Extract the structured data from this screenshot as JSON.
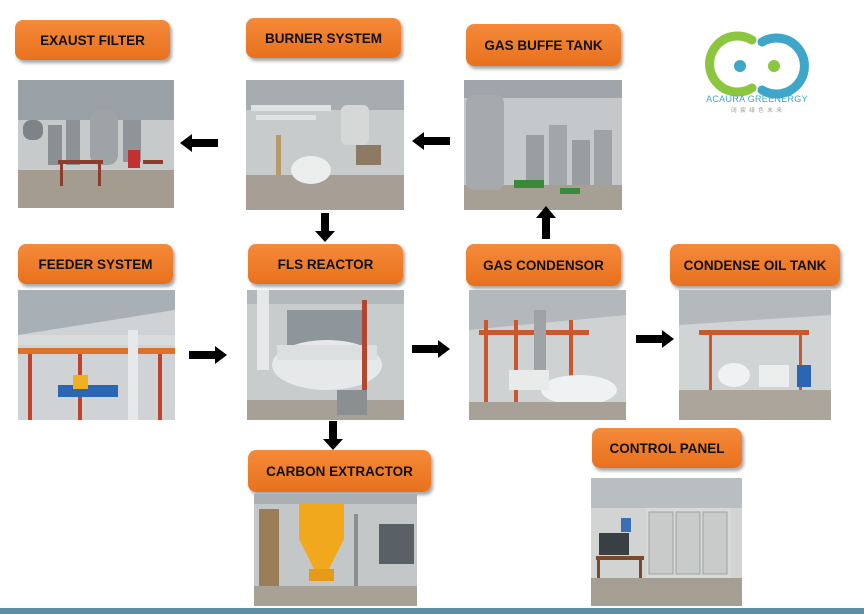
{
  "logo": {
    "name": "ACAURA GREENERGY",
    "subtitle": "阔 宸 绿 色 未 来",
    "colors": {
      "green": "#8cc63f",
      "blue": "#3ea6c9"
    }
  },
  "stages": {
    "exhaust_filter": {
      "label": "EXAUST FILTER"
    },
    "burner_system": {
      "label": "BURNER SYSTEM"
    },
    "gas_buffer_tank": {
      "label": "GAS BUFFE TANK"
    },
    "feeder_system": {
      "label": "FEEDER SYSTEM"
    },
    "fls_reactor": {
      "label": "FLS REACTOR"
    },
    "gas_condensor": {
      "label": "GAS CONDENSOR"
    },
    "condense_oil_tank": {
      "label": "CONDENSE OIL TANK"
    },
    "carbon_extractor": {
      "label": "CARBON EXTRACTOR"
    },
    "control_panel": {
      "label": "CONTROL PANEL"
    }
  },
  "colors": {
    "label_orange": "#ef7d2c",
    "arrow": "#000000"
  }
}
